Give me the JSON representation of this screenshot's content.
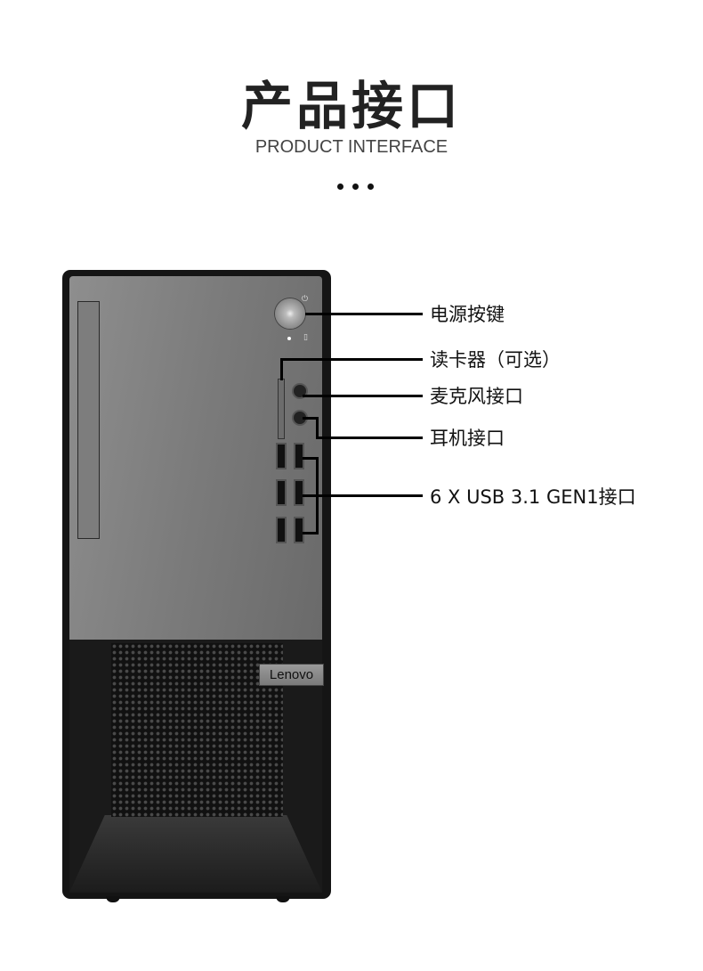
{
  "header": {
    "title": "产品接口",
    "subtitle": "PRODUCT INTERFACE"
  },
  "product": {
    "brand": "Lenovo"
  },
  "callouts": [
    {
      "label": "电源按键"
    },
    {
      "label": "读卡器（可选）"
    },
    {
      "label": "麦克风接口"
    },
    {
      "label": "耳机接口"
    },
    {
      "label": "6 X USB 3.1 GEN1接口"
    }
  ]
}
